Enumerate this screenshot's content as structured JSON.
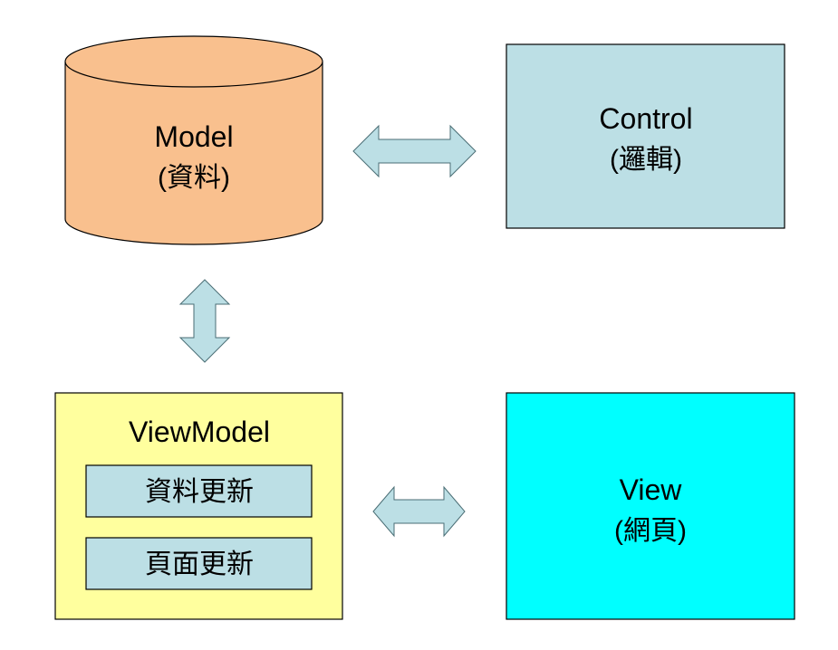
{
  "nodes": {
    "model": {
      "title": "Model",
      "subtitle": "(資料)",
      "fill": "#F9C08E",
      "stroke": "#000000"
    },
    "control": {
      "title": "Control",
      "subtitle": "(邏輯)",
      "fill": "#BCDFE5",
      "stroke": "#000000"
    },
    "viewmodel": {
      "title": "ViewModel",
      "fill": "#FFFF9E",
      "stroke": "#000000",
      "items": [
        {
          "label": "資料更新",
          "fill": "#BCDFE5"
        },
        {
          "label": "頁面更新",
          "fill": "#BCDFE5"
        }
      ]
    },
    "view": {
      "title": "View",
      "subtitle": "(網頁)",
      "fill": "#00FFFF",
      "stroke": "#000000"
    }
  },
  "connectors": {
    "fill": "#BCDFE5",
    "stroke": "#4A6E75",
    "links": [
      {
        "from": "model",
        "to": "control",
        "direction": "bidirectional"
      },
      {
        "from": "model",
        "to": "viewmodel",
        "direction": "bidirectional"
      },
      {
        "from": "viewmodel",
        "to": "view",
        "direction": "bidirectional"
      }
    ]
  }
}
